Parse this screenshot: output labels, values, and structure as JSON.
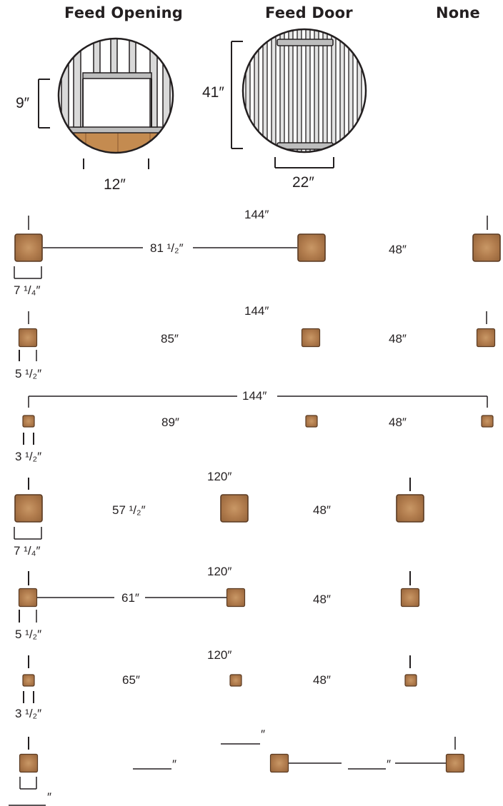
{
  "headings": {
    "feed_opening": "Feed Opening",
    "feed_door": "Feed Door",
    "none": "None"
  },
  "details": {
    "opening_height": "9″",
    "opening_width": "12″",
    "door_height": "41″",
    "door_width": "22″"
  },
  "rows": [
    {
      "post": "lg",
      "overall": "144″",
      "left_span": "81 ¹/₂″",
      "right_span": "48″",
      "post_size": "7 ¹/₄″"
    },
    {
      "post": "md",
      "overall": "144″",
      "left_span": "85″",
      "right_span": "48″",
      "post_size": "5 ¹/₂″"
    },
    {
      "post": "sm",
      "overall": "144″",
      "left_span": "89″",
      "right_span": "48″",
      "post_size": "3 ¹/₂″"
    },
    {
      "post": "lg",
      "overall": "120″",
      "left_span": "57 ¹/₂″",
      "right_span": "48″",
      "post_size": "7 ¹/₄″"
    },
    {
      "post": "md",
      "overall": "120″",
      "left_span": "61″",
      "right_span": "48″",
      "post_size": "5 ¹/₂″"
    },
    {
      "post": "sm",
      "overall": "120″",
      "left_span": "65″",
      "right_span": "48″",
      "post_size": "3 ¹/₂″"
    }
  ],
  "blank_row": {
    "overall_blank": "″",
    "left_blank": "″",
    "right_blank": "″",
    "post_blank": "″"
  },
  "colors": {
    "wood": "#b07a4c",
    "wood_edge": "#5a3a22",
    "line": "#231f20",
    "bar": "#bdbdbd"
  }
}
